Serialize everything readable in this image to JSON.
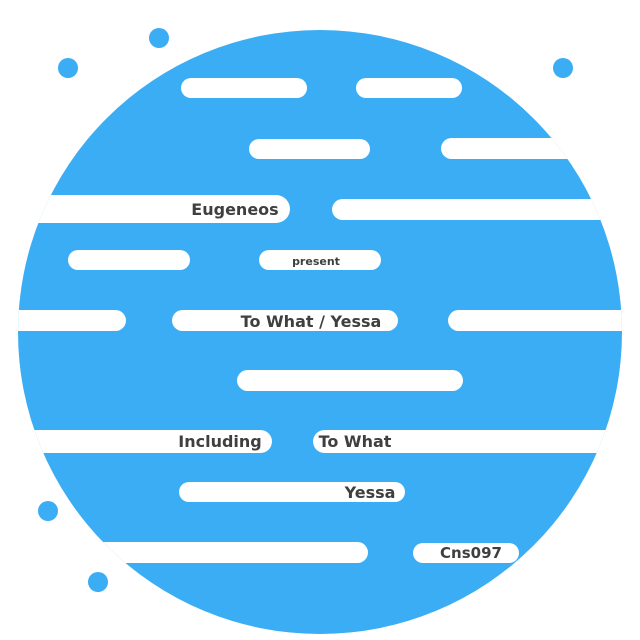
{
  "colors": {
    "background": "#ffffff",
    "planet": "#3badf4",
    "stripe": "#ffffff",
    "text": "#3f3f3f"
  },
  "artist": "Eugeneos",
  "present": "present",
  "title": "To What / Yessa",
  "including_label": "Including",
  "tracks": [
    "To What",
    "Yessa"
  ],
  "catalog": "Cns097"
}
